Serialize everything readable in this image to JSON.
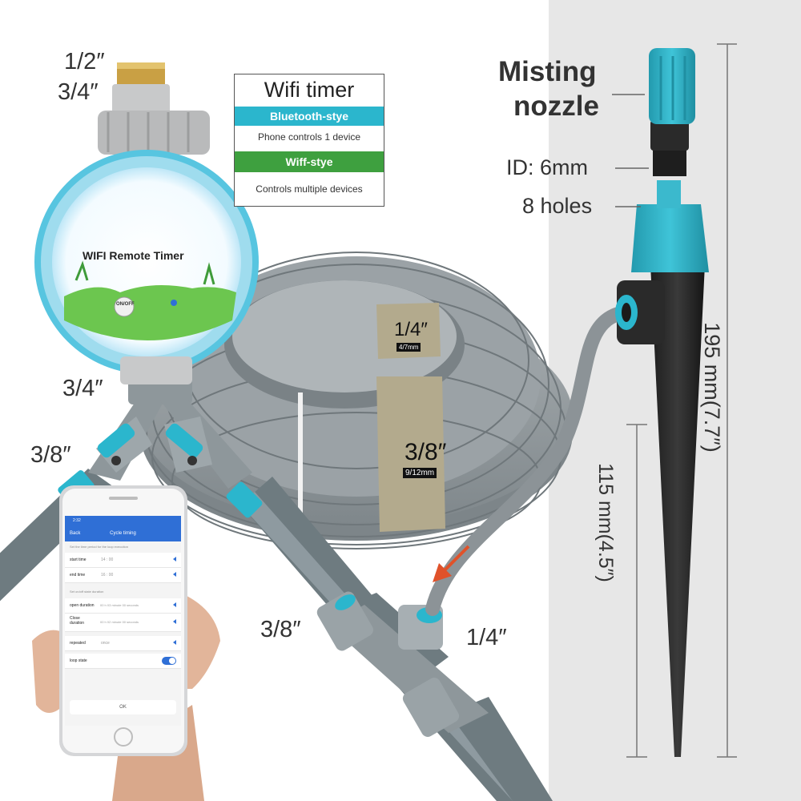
{
  "labels": {
    "inlet_size_1": "1/2″",
    "inlet_size_2": "3/4″",
    "outlet_size": "3/4″",
    "splitter_size": "3/8″",
    "tee_main_size": "3/8″",
    "tee_branch_size": "1/4″"
  },
  "timer_box": {
    "title": "Wifi timer",
    "bluetooth_label": "Bluetooth-stye",
    "bluetooth_desc": "Phone controls 1 device",
    "wifi_label": "Wiff-stye",
    "wifi_desc": "Controls multiple devices"
  },
  "timer_face": {
    "label": "WIFI Remote Timer",
    "button": "ON/OFF"
  },
  "tubing": {
    "small_size": "1/4″",
    "small_spec": "4/7mm",
    "large_size": "3/8″",
    "large_spec": "9/12mm"
  },
  "nozzle": {
    "title_line1": "Misting",
    "title_line2": "nozzle",
    "id_label": "ID: 6mm",
    "holes_label": "8 holes",
    "total_height": "195 mm(7.7″)",
    "stake_height": "115 mm(4.5″)"
  },
  "phone": {
    "status_time": "2:32",
    "back_label": "Back",
    "screen_title": "Cycle timing",
    "hint_1": "Set the time period for the loop execution",
    "start_time_label": "start time",
    "start_time_value": "14 : 00",
    "end_time_label": "end time",
    "end_time_value": "16 : 00",
    "hint_2": "Set on/off state duration",
    "open_duration_label": "open duration",
    "open_duration_value": "00 h 03 minute 00 seconds",
    "close_duration_label": "Close duration",
    "close_duration_value": "00 h 02 minute 00 seconds",
    "repeated_label": "repeated",
    "repeated_value": "once",
    "loop_state_label": "loop state",
    "loop_state_on": true,
    "ok_label": "OK"
  },
  "colors": {
    "teal": "#2bb6cd",
    "green": "#3ea03f",
    "hose_gray": "#8e979b",
    "panel_gray": "#e7e7e7",
    "spike_black": "#2a2a2a",
    "app_blue": "#2f6fd6",
    "tag_khaki": "#b3aa8d",
    "arrow_red": "#e0522a"
  }
}
